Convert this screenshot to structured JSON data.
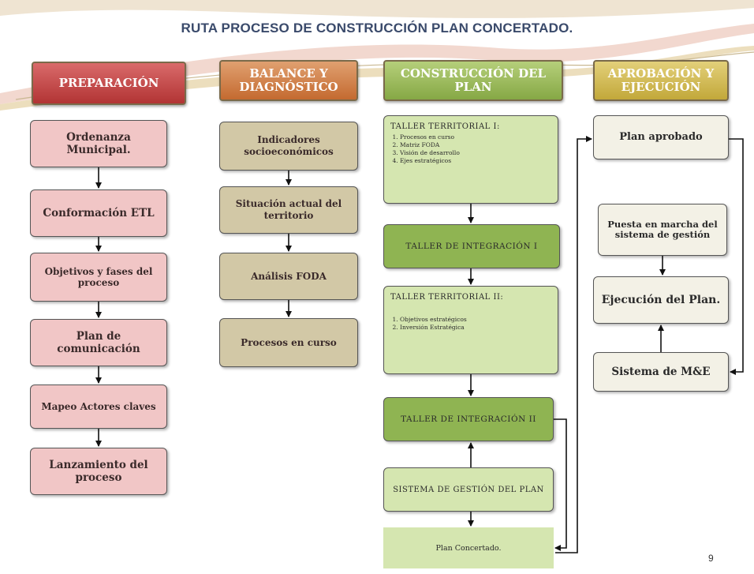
{
  "title": "RUTA PROCESO DE CONSTRUCCIÓN PLAN CONCERTADO.",
  "page_number": "9",
  "columns": {
    "preparacion": {
      "header": "PREPARACIÓN",
      "items": [
        "Ordenanza Municipal.",
        "Conformación ETL",
        "Objetivos y fases del proceso",
        "Plan de comunicación",
        "Mapeo Actores claves",
        "Lanzamiento del proceso"
      ]
    },
    "balance": {
      "header": "BALANCE Y DIAGNÓSTICO",
      "items": [
        "Indicadores socioeconómicos",
        "Situación actual del territorio",
        "Análisis FODA",
        "Procesos en curso"
      ]
    },
    "construccion": {
      "header": "CONSTRUCCIÓN DEL PLAN",
      "taller1": {
        "title": "TALLER TERRITORIAL I:",
        "items": [
          "Procesos en curso",
          "Matriz FODA",
          "Visión de desarrollo",
          "Ejes estratégicos"
        ]
      },
      "integracion1": "TALLER DE INTEGRACIÓN I",
      "taller2": {
        "title": "TALLER TERRITORIAL II:",
        "items": [
          "Objetivos estratégicos",
          "Inversión Estratégica"
        ]
      },
      "integracion2": "TALLER DE INTEGRACIÓN II",
      "sistema": "SISTEMA DE GESTIÓN DEL PLAN",
      "plan": "Plan Concertado."
    },
    "aprobacion": {
      "header": "APROBACIÓN Y EJECUCIÓN",
      "plan_aprobado": "Plan aprobado",
      "puesta": "Puesta en marcha del sistema de gestión",
      "ejecucion": "Ejecución del Plan.",
      "sistema_me": "Sistema de M&E"
    }
  },
  "colors": {
    "preparacion": "#b23434",
    "balance": "#c46a30",
    "construccion": "#86a845",
    "aprobacion": "#c2a83a"
  }
}
